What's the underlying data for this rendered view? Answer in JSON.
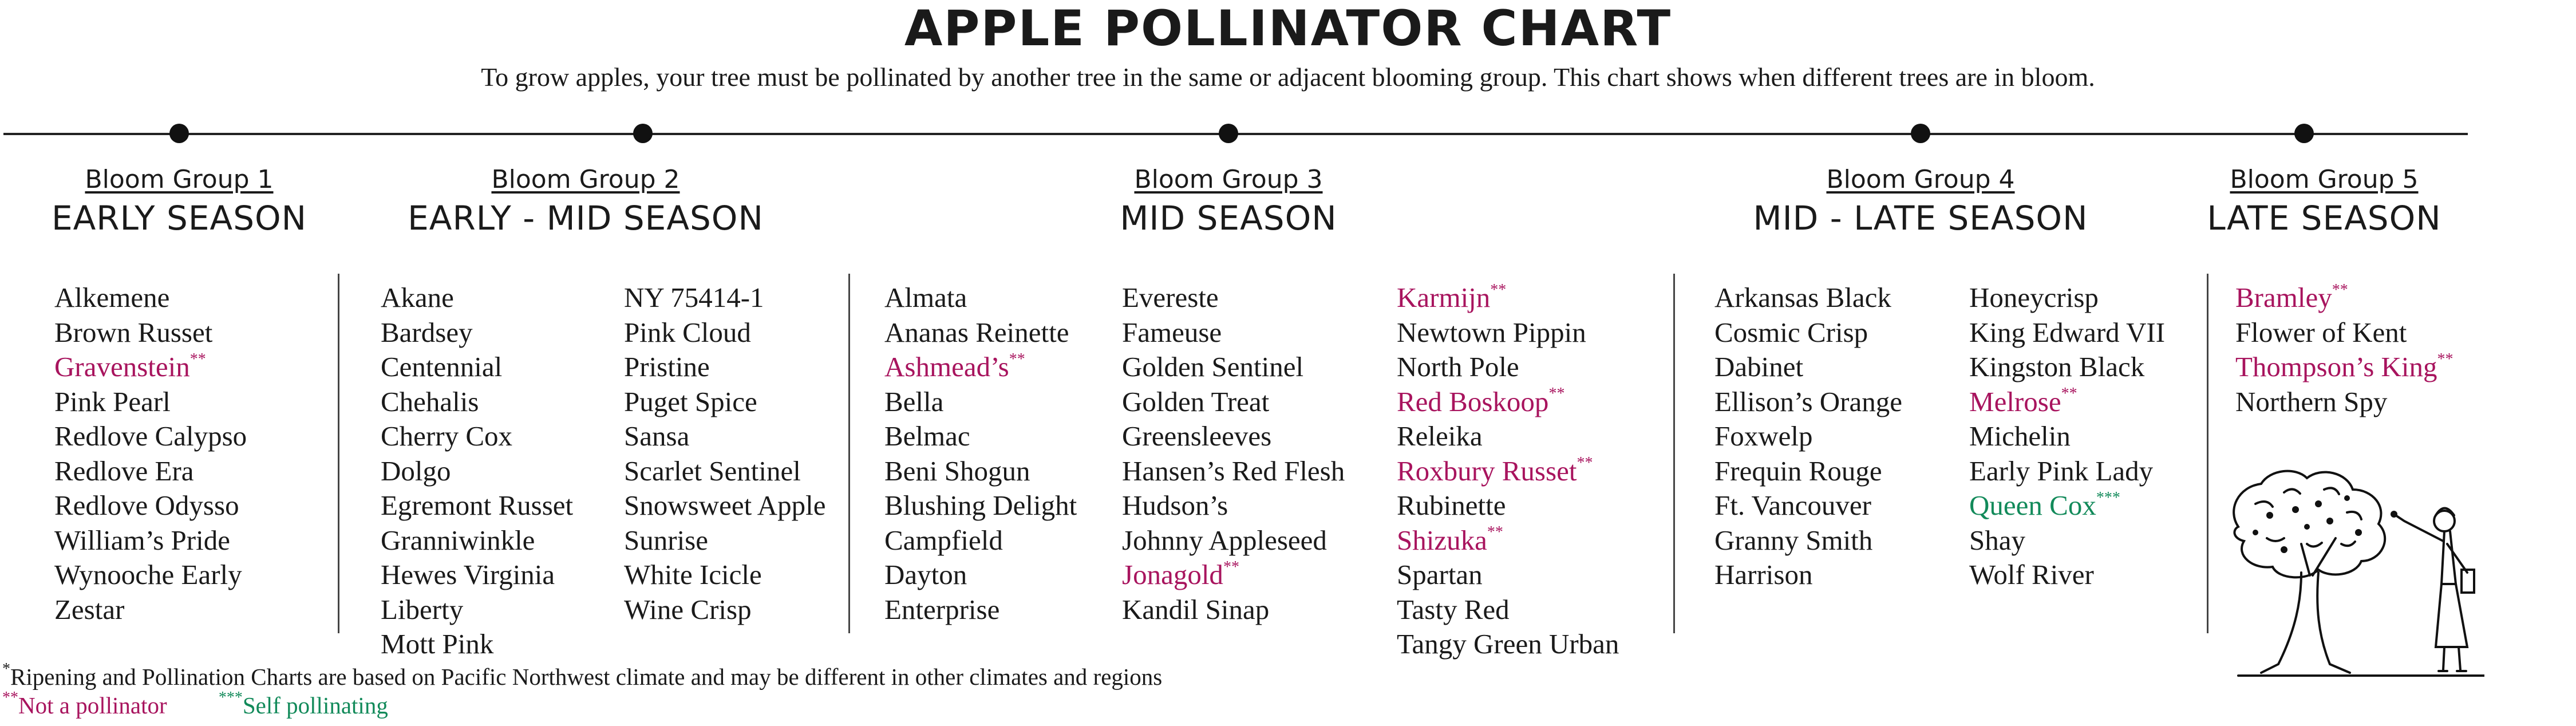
{
  "title": "APPLE POLLINATOR CHART",
  "subtitle": "To grow apples, your tree must be pollinated by another tree in the same or adjacent blooming group. This chart shows when different trees are in bloom.",
  "colors": {
    "not_pollinator": "#a8145e",
    "self_pollinating": "#128a5a",
    "text": "#1a1a1a"
  },
  "groups": [
    {
      "label": "Bloom Group 1",
      "season": "EARLY SEASON"
    },
    {
      "label": "Bloom Group 2",
      "season": "EARLY - MID SEASON"
    },
    {
      "label": "Bloom Group 3",
      "season": "MID SEASON"
    },
    {
      "label": "Bloom Group 4",
      "season": "MID - LATE SEASON"
    },
    {
      "label": "Bloom Group 5",
      "season": "LATE SEASON"
    }
  ],
  "columns": [
    [
      {
        "name": "Alkemene"
      },
      {
        "name": "Brown Russet"
      },
      {
        "name": "Gravenstein",
        "mark": "**"
      },
      {
        "name": "Pink Pearl"
      },
      {
        "name": "Redlove Calypso"
      },
      {
        "name": "Redlove Era"
      },
      {
        "name": "Redlove Odysso"
      },
      {
        "name": "William’s Pride"
      },
      {
        "name": "Wynooche Early"
      },
      {
        "name": "Zestar"
      }
    ],
    [
      {
        "name": "Akane"
      },
      {
        "name": "Bardsey"
      },
      {
        "name": "Centennial"
      },
      {
        "name": "Chehalis"
      },
      {
        "name": "Cherry Cox"
      },
      {
        "name": "Dolgo"
      },
      {
        "name": "Egremont Russet"
      },
      {
        "name": "Granniwinkle"
      },
      {
        "name": "Hewes Virginia"
      },
      {
        "name": "Liberty"
      },
      {
        "name": "Mott Pink"
      }
    ],
    [
      {
        "name": "NY 75414-1"
      },
      {
        "name": "Pink Cloud"
      },
      {
        "name": "Pristine"
      },
      {
        "name": "Puget Spice"
      },
      {
        "name": "Sansa"
      },
      {
        "name": "Scarlet Sentinel"
      },
      {
        "name": "Snowsweet Apple"
      },
      {
        "name": "Sunrise"
      },
      {
        "name": "White Icicle"
      },
      {
        "name": "Wine Crisp"
      }
    ],
    [
      {
        "name": "Almata"
      },
      {
        "name": "Ananas Reinette"
      },
      {
        "name": "Ashmead’s",
        "mark": "**"
      },
      {
        "name": "Bella"
      },
      {
        "name": "Belmac"
      },
      {
        "name": "Beni Shogun"
      },
      {
        "name": "Blushing Delight"
      },
      {
        "name": "Campfield"
      },
      {
        "name": "Dayton"
      },
      {
        "name": "Enterprise"
      }
    ],
    [
      {
        "name": "Evereste"
      },
      {
        "name": "Fameuse"
      },
      {
        "name": "Golden Sentinel"
      },
      {
        "name": "Golden Treat"
      },
      {
        "name": "Greensleeves"
      },
      {
        "name": "Hansen’s Red Flesh"
      },
      {
        "name": "Hudson’s"
      },
      {
        "name": "Johnny Appleseed"
      },
      {
        "name": "Jonagold",
        "mark": "**"
      },
      {
        "name": "Kandil Sinap"
      }
    ],
    [
      {
        "name": "Karmijn",
        "mark": "**"
      },
      {
        "name": "Newtown Pippin"
      },
      {
        "name": "North Pole"
      },
      {
        "name": "Red Boskoop",
        "mark": "**"
      },
      {
        "name": "Releika"
      },
      {
        "name": "Roxbury Russet",
        "mark": "**"
      },
      {
        "name": "Rubinette"
      },
      {
        "name": "Shizuka",
        "mark": "**"
      },
      {
        "name": "Spartan"
      },
      {
        "name": "Tasty Red"
      },
      {
        "name": "Tangy Green Urban"
      }
    ],
    [
      {
        "name": "Arkansas Black"
      },
      {
        "name": "Cosmic Crisp"
      },
      {
        "name": "Dabinet"
      },
      {
        "name": "Ellison’s Orange"
      },
      {
        "name": "Foxwelp"
      },
      {
        "name": "Frequin Rouge"
      },
      {
        "name": "Ft. Vancouver"
      },
      {
        "name": "Granny Smith"
      },
      {
        "name": "Harrison"
      }
    ],
    [
      {
        "name": "Honeycrisp"
      },
      {
        "name": "King Edward VII"
      },
      {
        "name": "Kingston Black"
      },
      {
        "name": "Melrose",
        "mark": "**"
      },
      {
        "name": "Michelin"
      },
      {
        "name": "Early Pink Lady"
      },
      {
        "name": "Queen Cox",
        "mark": "***"
      },
      {
        "name": "Shay"
      },
      {
        "name": "Wolf River"
      }
    ],
    [
      {
        "name": "Bramley",
        "mark": "**"
      },
      {
        "name": "Flower of Kent"
      },
      {
        "name": "Thompson’s King",
        "mark": "**"
      },
      {
        "name": "Northern Spy"
      }
    ]
  ],
  "footnotes": {
    "star": "*",
    "climate": "Ripening and Pollination Charts are based on Pacific Northwest climate and may be different in other climates and regions",
    "np_mark": "**",
    "np_text": "Not a pollinator",
    "sp_mark": "***",
    "sp_text": "Self pollinating"
  },
  "illustration": {
    "icon": "person-picking-apples-tree-icon"
  }
}
